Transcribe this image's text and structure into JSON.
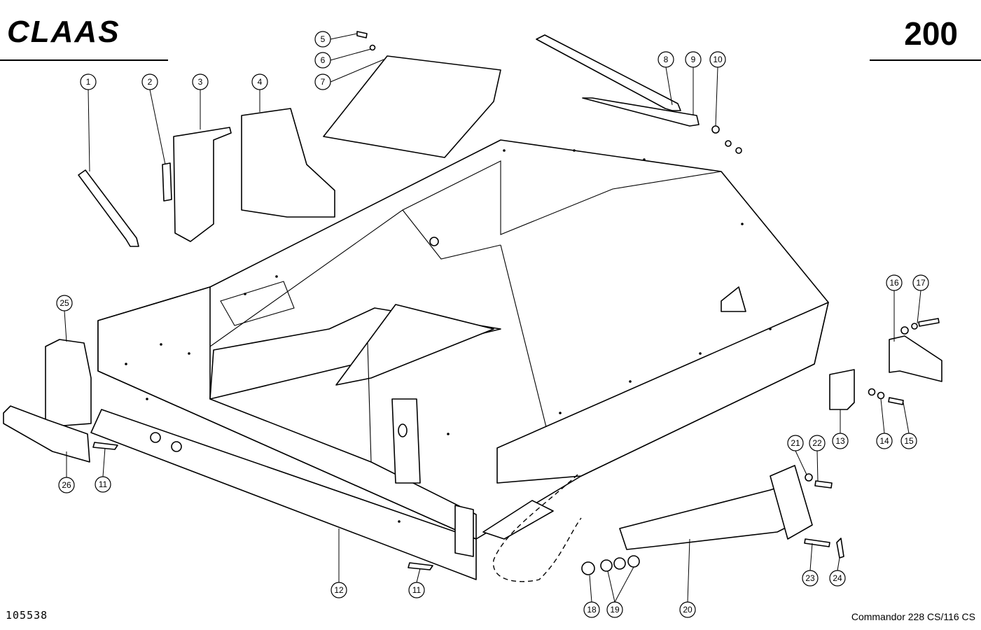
{
  "header": {
    "brand": "CLAAS",
    "page_number": "200"
  },
  "footer": {
    "drawing_number": "105538",
    "model": "Commandor 228 CS/116 CS"
  },
  "callouts": [
    {
      "label": "1"
    },
    {
      "label": "2"
    },
    {
      "label": "3"
    },
    {
      "label": "4"
    },
    {
      "label": "5"
    },
    {
      "label": "6"
    },
    {
      "label": "7"
    },
    {
      "label": "8"
    },
    {
      "label": "9"
    },
    {
      "label": "10"
    },
    {
      "label": "11"
    },
    {
      "label": "11"
    },
    {
      "label": "12"
    },
    {
      "label": "13"
    },
    {
      "label": "14"
    },
    {
      "label": "15"
    },
    {
      "label": "16"
    },
    {
      "label": "17"
    },
    {
      "label": "18"
    },
    {
      "label": "19"
    },
    {
      "label": "20"
    },
    {
      "label": "21"
    },
    {
      "label": "22"
    },
    {
      "label": "23"
    },
    {
      "label": "24"
    },
    {
      "label": "25"
    },
    {
      "label": "26"
    }
  ]
}
